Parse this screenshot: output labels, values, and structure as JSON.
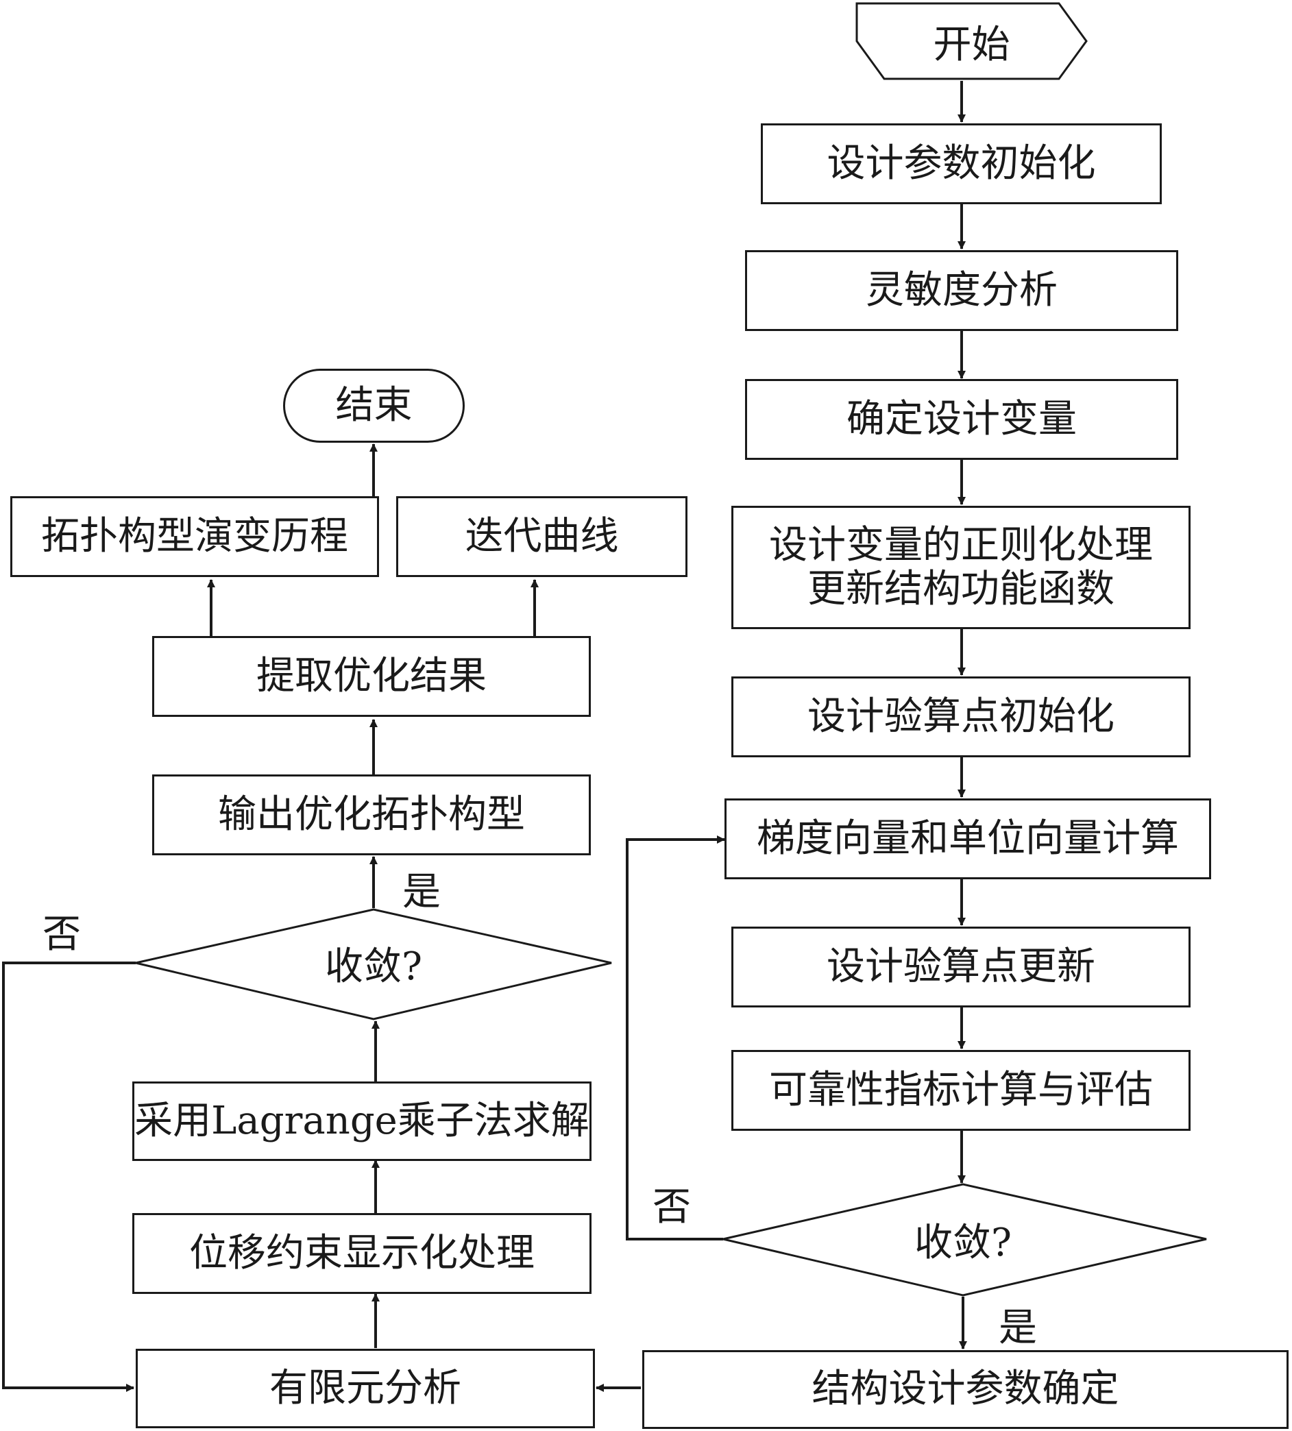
{
  "nodes": {
    "start": "开始",
    "init_params": "设计参数初始化",
    "sensitivity": "灵敏度分析",
    "determine_vars": "确定设计变量",
    "normalize_line1": "设计变量的正则化处理",
    "normalize_line2": "更新结构功能函数",
    "verify_init": "设计验算点初始化",
    "gradient": "梯度向量和单位向量计算",
    "verify_update": "设计验算点更新",
    "reliability": "可靠性指标计算与评估",
    "converge_right": "收敛?",
    "struct_params": "结构设计参数确定",
    "fea": "有限元分析",
    "disp_constraint": "位移约束显示化处理",
    "lagrange": "采用Lagrange乘子法求解",
    "converge_left": "收敛?",
    "output_topo": "输出优化拓扑构型",
    "extract": "提取优化结果",
    "topo_history": "拓扑构型演变历程",
    "iter_curve": "迭代曲线",
    "end": "结束"
  },
  "edge_labels": {
    "left_yes": "是",
    "left_no": "否",
    "right_yes": "是",
    "right_no": "否"
  }
}
